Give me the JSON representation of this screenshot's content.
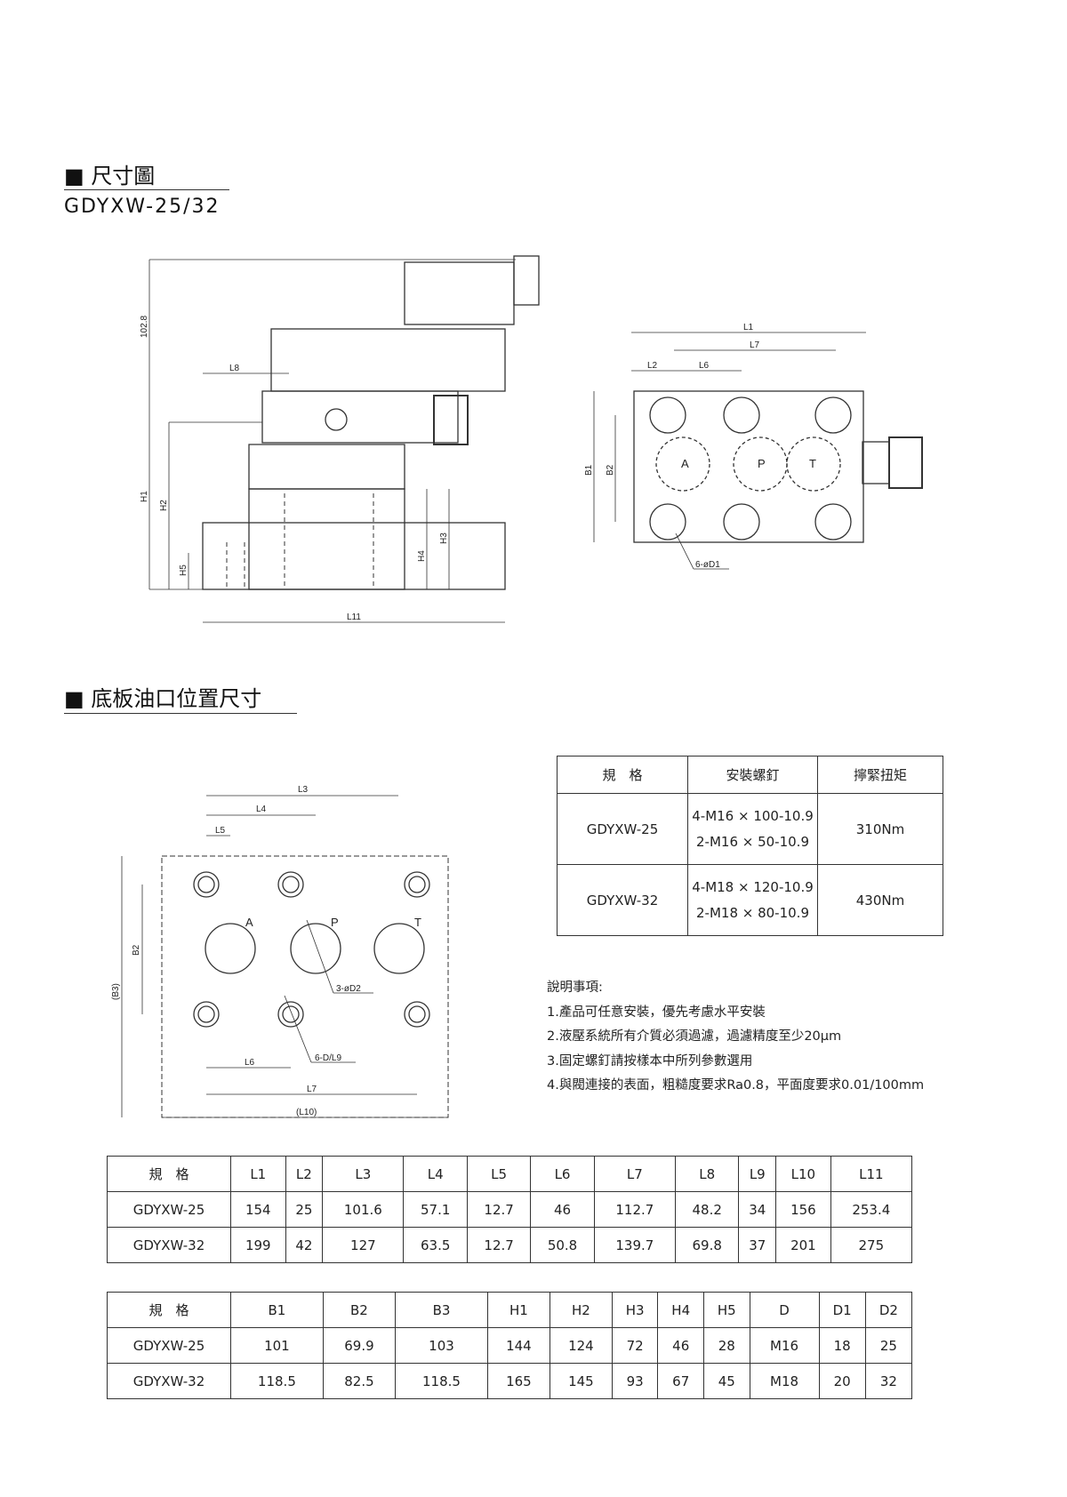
{
  "section1": {
    "title": "尺寸圖",
    "model": "GDYXW-25/32"
  },
  "section2": {
    "title": "底板油口位置尺寸"
  },
  "elevation": {
    "labels": {
      "overall_height": "102.8",
      "l8": "L8",
      "h1": "H1",
      "h2": "H2",
      "h3": "H3",
      "h4": "H4",
      "h5": "H5",
      "l11": "L11"
    }
  },
  "top_view": {
    "labels": {
      "l1": "L1",
      "l7": "L7",
      "l2": "L2",
      "l6": "L6",
      "b1": "B1",
      "b2": "B2",
      "a": "A",
      "p": "P",
      "t": "T",
      "holes": "6-øD1"
    }
  },
  "plate": {
    "labels": {
      "l3": "L3",
      "l4": "L4",
      "l5": "L5",
      "b3": "(B3)",
      "b2": "B2",
      "a": "A",
      "p": "P",
      "t": "T",
      "ports": "3-øD2",
      "holes": "6-D/L9",
      "l6": "L6",
      "l7": "L7",
      "l10": "(L10)"
    }
  },
  "bolt_table": {
    "headers": [
      "規　格",
      "安裝螺釘",
      "擰緊扭矩"
    ],
    "rows": [
      {
        "model": "GDYXW-25",
        "bolts": [
          "4-M16 × 100-10.9",
          "2-M16 × 50-10.9"
        ],
        "torque": "310Nm"
      },
      {
        "model": "GDYXW-32",
        "bolts": [
          "4-M18 × 120-10.9",
          "2-M18 × 80-10.9"
        ],
        "torque": "430Nm"
      }
    ]
  },
  "notes": {
    "title": "說明事項:",
    "items": [
      "1.產品可任意安裝，優先考慮水平安裝",
      "2.液壓系統所有介質必須過濾，過濾精度至少20μm",
      "3.固定螺釘請按樣本中所列參數選用",
      "4.與閥連接的表面，粗糙度要求Ra0.8，平面度要求0.01/100mm"
    ]
  },
  "dim_table_l": {
    "headers": [
      "規　格",
      "L1",
      "L2",
      "L3",
      "L4",
      "L5",
      "L6",
      "L7",
      "L8",
      "L9",
      "L10",
      "L11"
    ],
    "rows": [
      [
        "GDYXW-25",
        "154",
        "25",
        "101.6",
        "57.1",
        "12.7",
        "46",
        "112.7",
        "48.2",
        "34",
        "156",
        "253.4"
      ],
      [
        "GDYXW-32",
        "199",
        "42",
        "127",
        "63.5",
        "12.7",
        "50.8",
        "139.7",
        "69.8",
        "37",
        "201",
        "275"
      ]
    ]
  },
  "dim_table_b": {
    "headers": [
      "規　格",
      "B1",
      "B2",
      "B3",
      "H1",
      "H2",
      "H3",
      "H4",
      "H5",
      "D",
      "D1",
      "D2"
    ],
    "rows": [
      [
        "GDYXW-25",
        "101",
        "69.9",
        "103",
        "144",
        "124",
        "72",
        "46",
        "28",
        "M16",
        "18",
        "25"
      ],
      [
        "GDYXW-32",
        "118.5",
        "82.5",
        "118.5",
        "165",
        "145",
        "93",
        "67",
        "45",
        "M18",
        "20",
        "32"
      ]
    ]
  }
}
